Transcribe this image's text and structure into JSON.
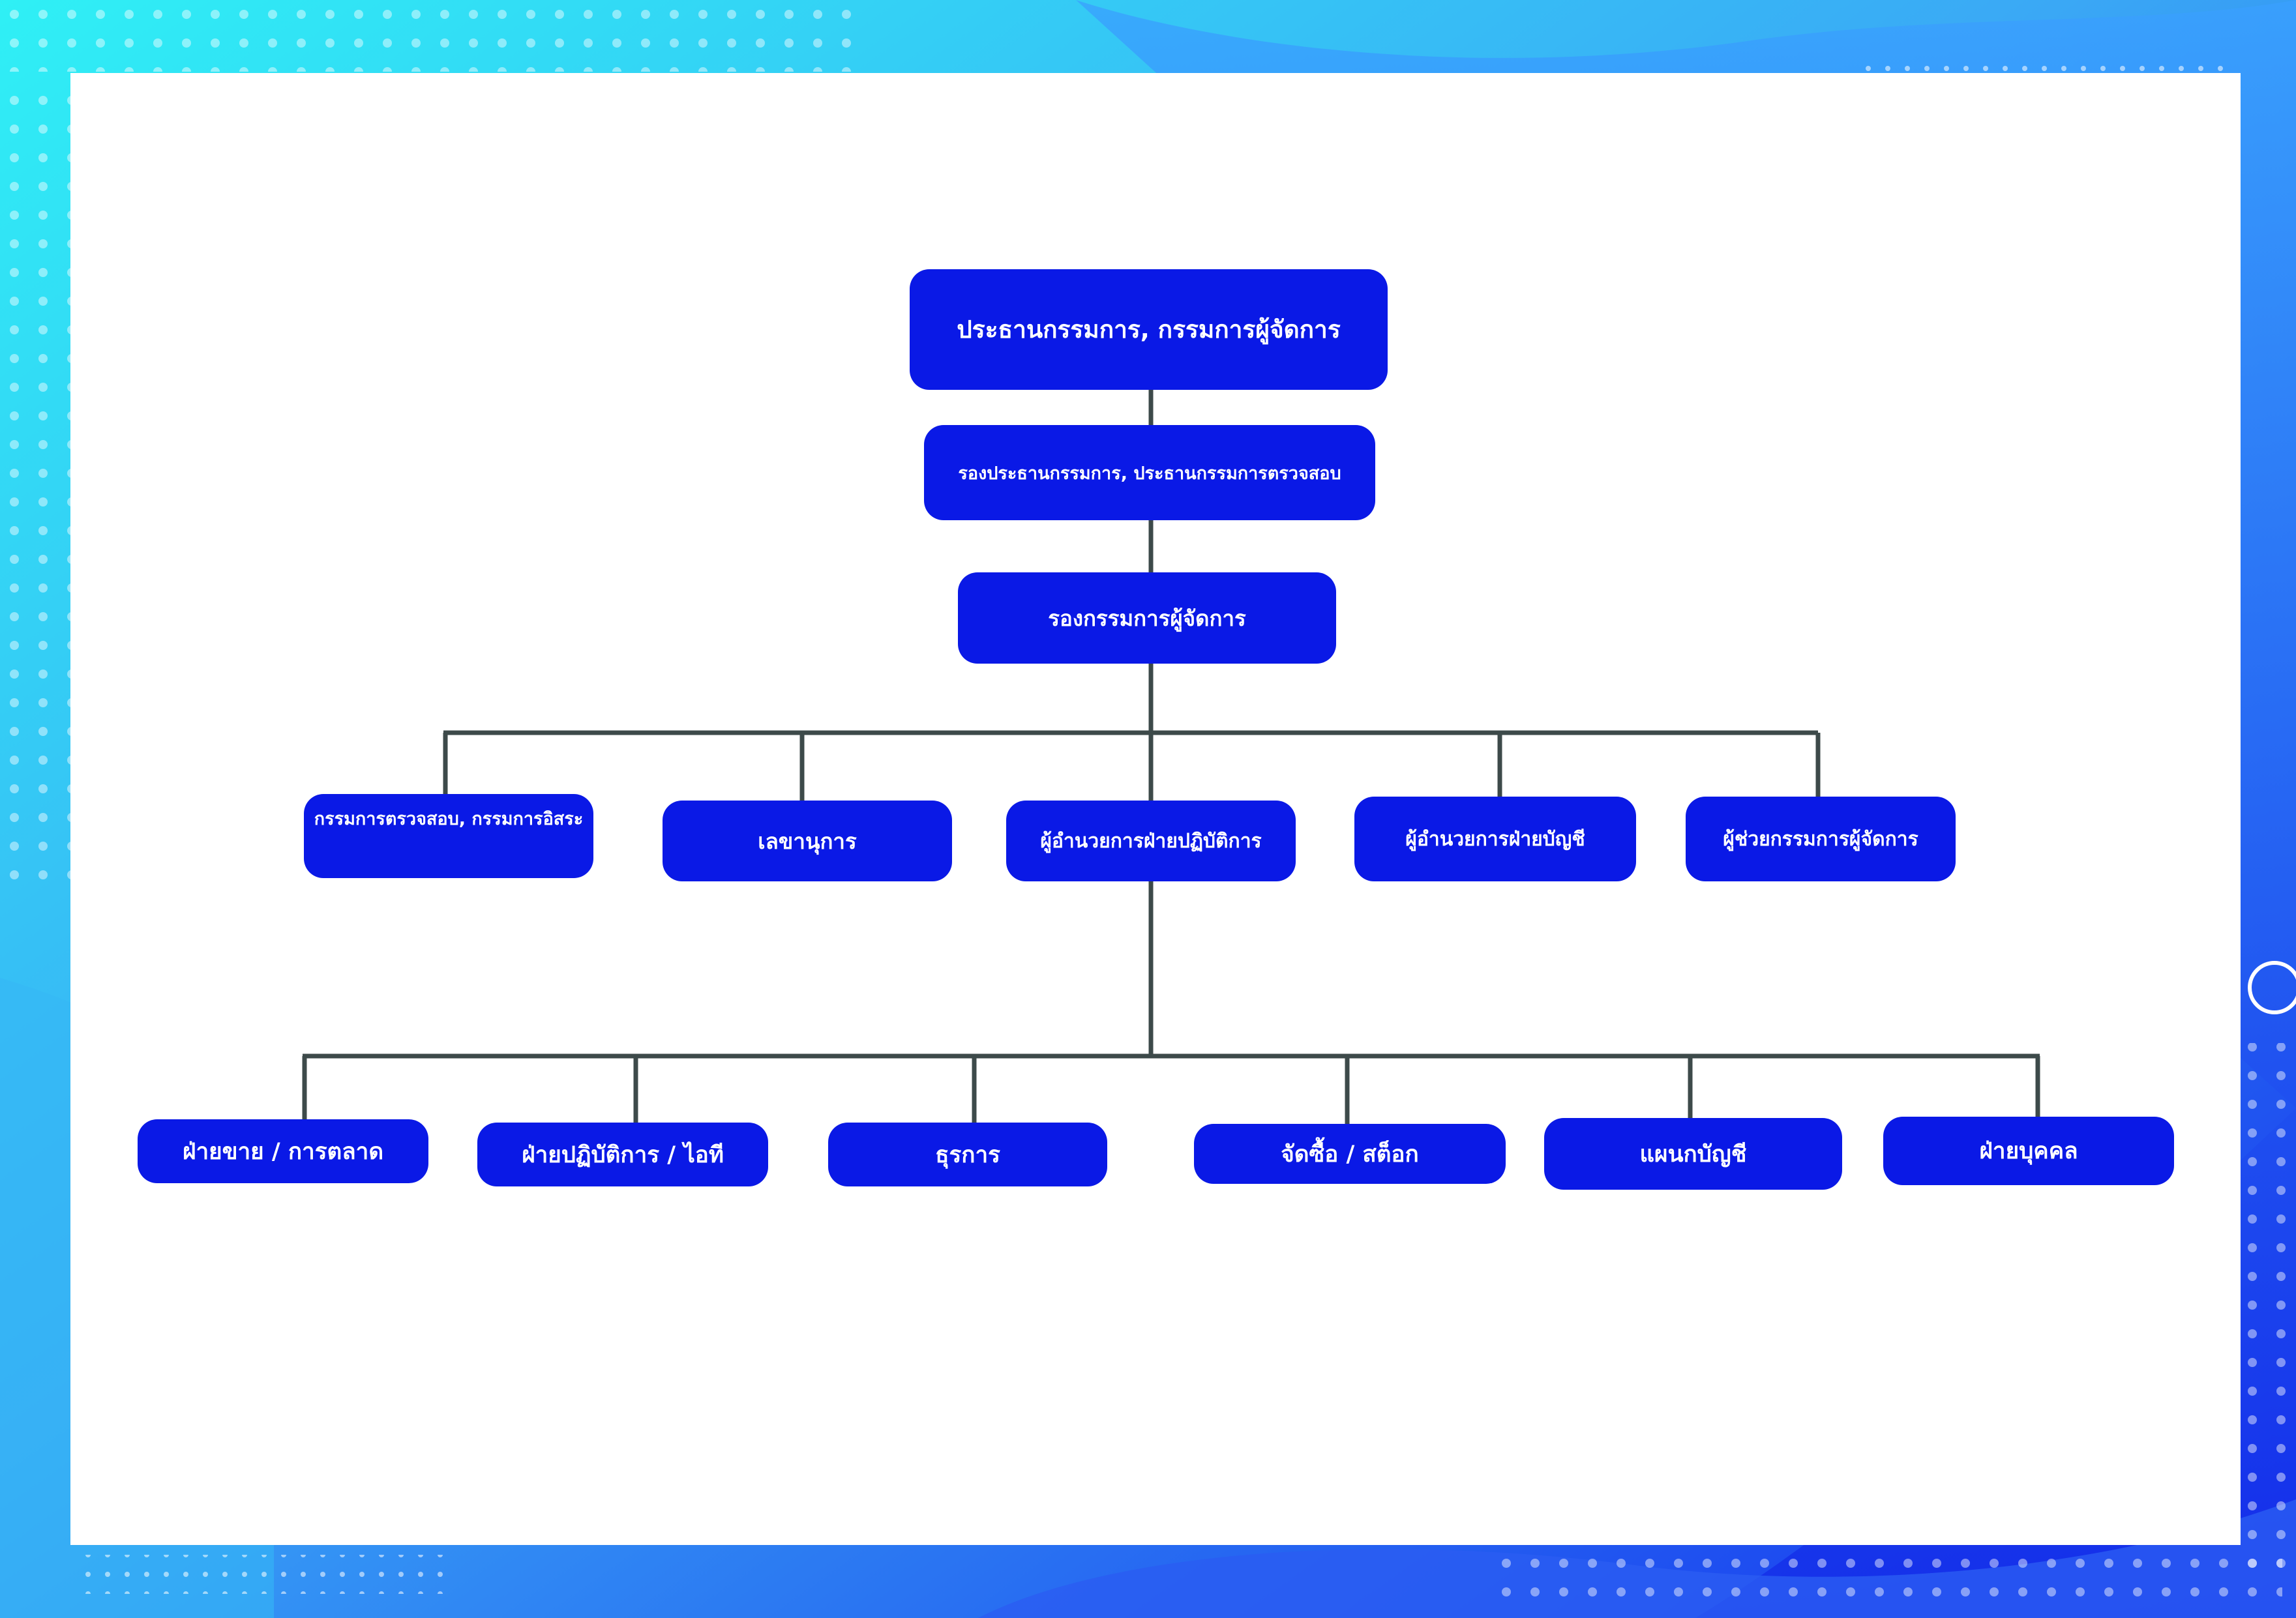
{
  "colors": {
    "node_fill": "#0a19e6",
    "node_text": "#ffffff",
    "connector": "#3d4a4a",
    "panel": "#ffffff",
    "bg_cyan": "#2ee8f5",
    "bg_blue": "#1a3cf0"
  },
  "org_chart": {
    "level0": "ประธานกรรมการ, กรรมการผู้จัดการ",
    "level1": "รองประธานกรรมการ, ประธานกรรมการตรวจสอบ",
    "level2": "รองกรรมการผู้จัดการ",
    "level3": [
      "กรรมการตรวจสอบ, กรรมการอิสระ",
      "เลขานุการ",
      "ผู้อำนวยการฝ่ายปฏิบัติการ",
      "ผู้อำนวยการฝ่ายบัญชี",
      "ผู้ช่วยกรรมการผู้จัดการ"
    ],
    "level4": [
      "ฝ่ายขาย / การตลาด",
      "ฝ่ายปฏิบัติการ / ไอที",
      "ธุรการ",
      "จัดซื้อ / สต็อก",
      "แผนกบัญชี",
      "ฝ่ายบุคคล"
    ]
  }
}
